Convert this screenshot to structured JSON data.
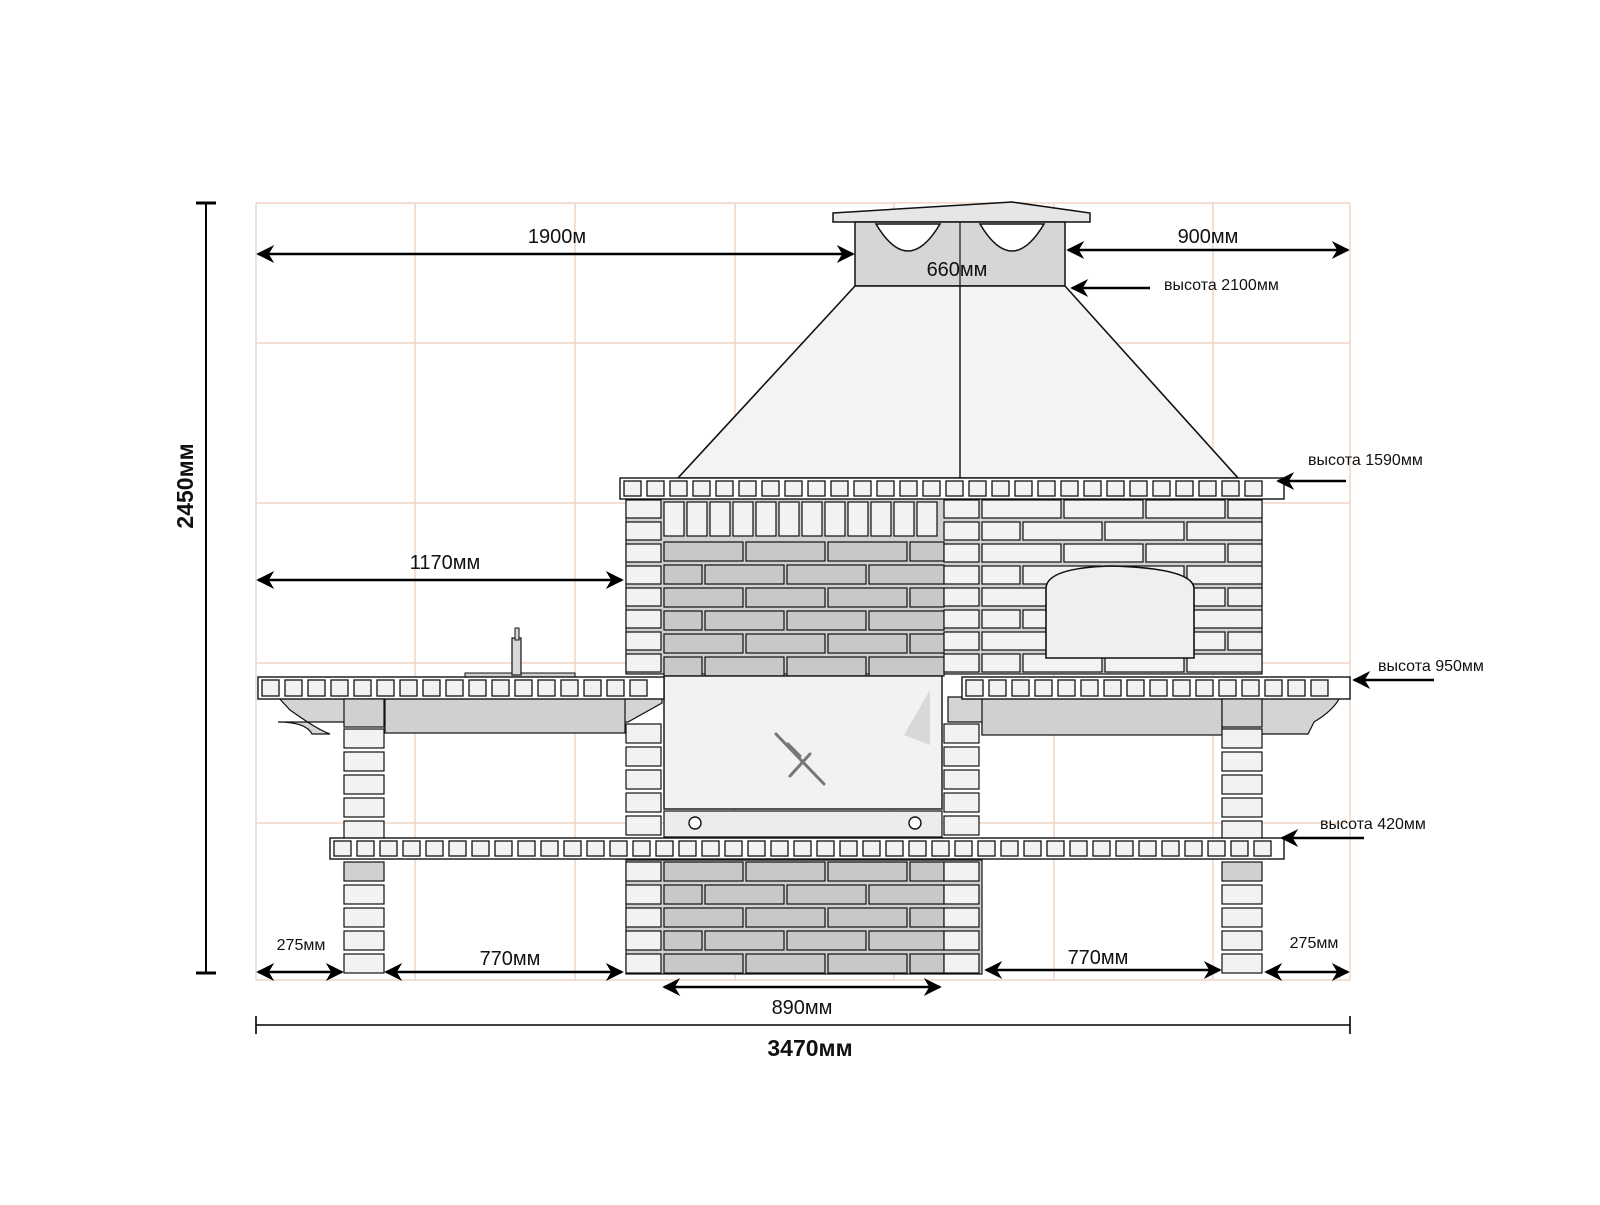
{
  "dimensions": {
    "total_height": "2450мм",
    "total_width": "3470мм",
    "chimney_left": "1900м",
    "chimney_right": "900мм",
    "chimney_width": "660мм",
    "counter_left": "1170мм",
    "base_center": "890мм",
    "bay_left": "770мм",
    "bay_right": "770мм",
    "end_left": "275мм",
    "end_right": "275мм"
  },
  "heights": {
    "h2100": "высота 2100мм",
    "h1590": "высота 1590мм",
    "h950": "высота 950мм",
    "h420": "высота 420мм"
  },
  "colors": {
    "grid": "#f0d6c4",
    "brick_dark": "#c8c8c8",
    "brick_light": "#f2f2f2",
    "outline": "#111111"
  }
}
